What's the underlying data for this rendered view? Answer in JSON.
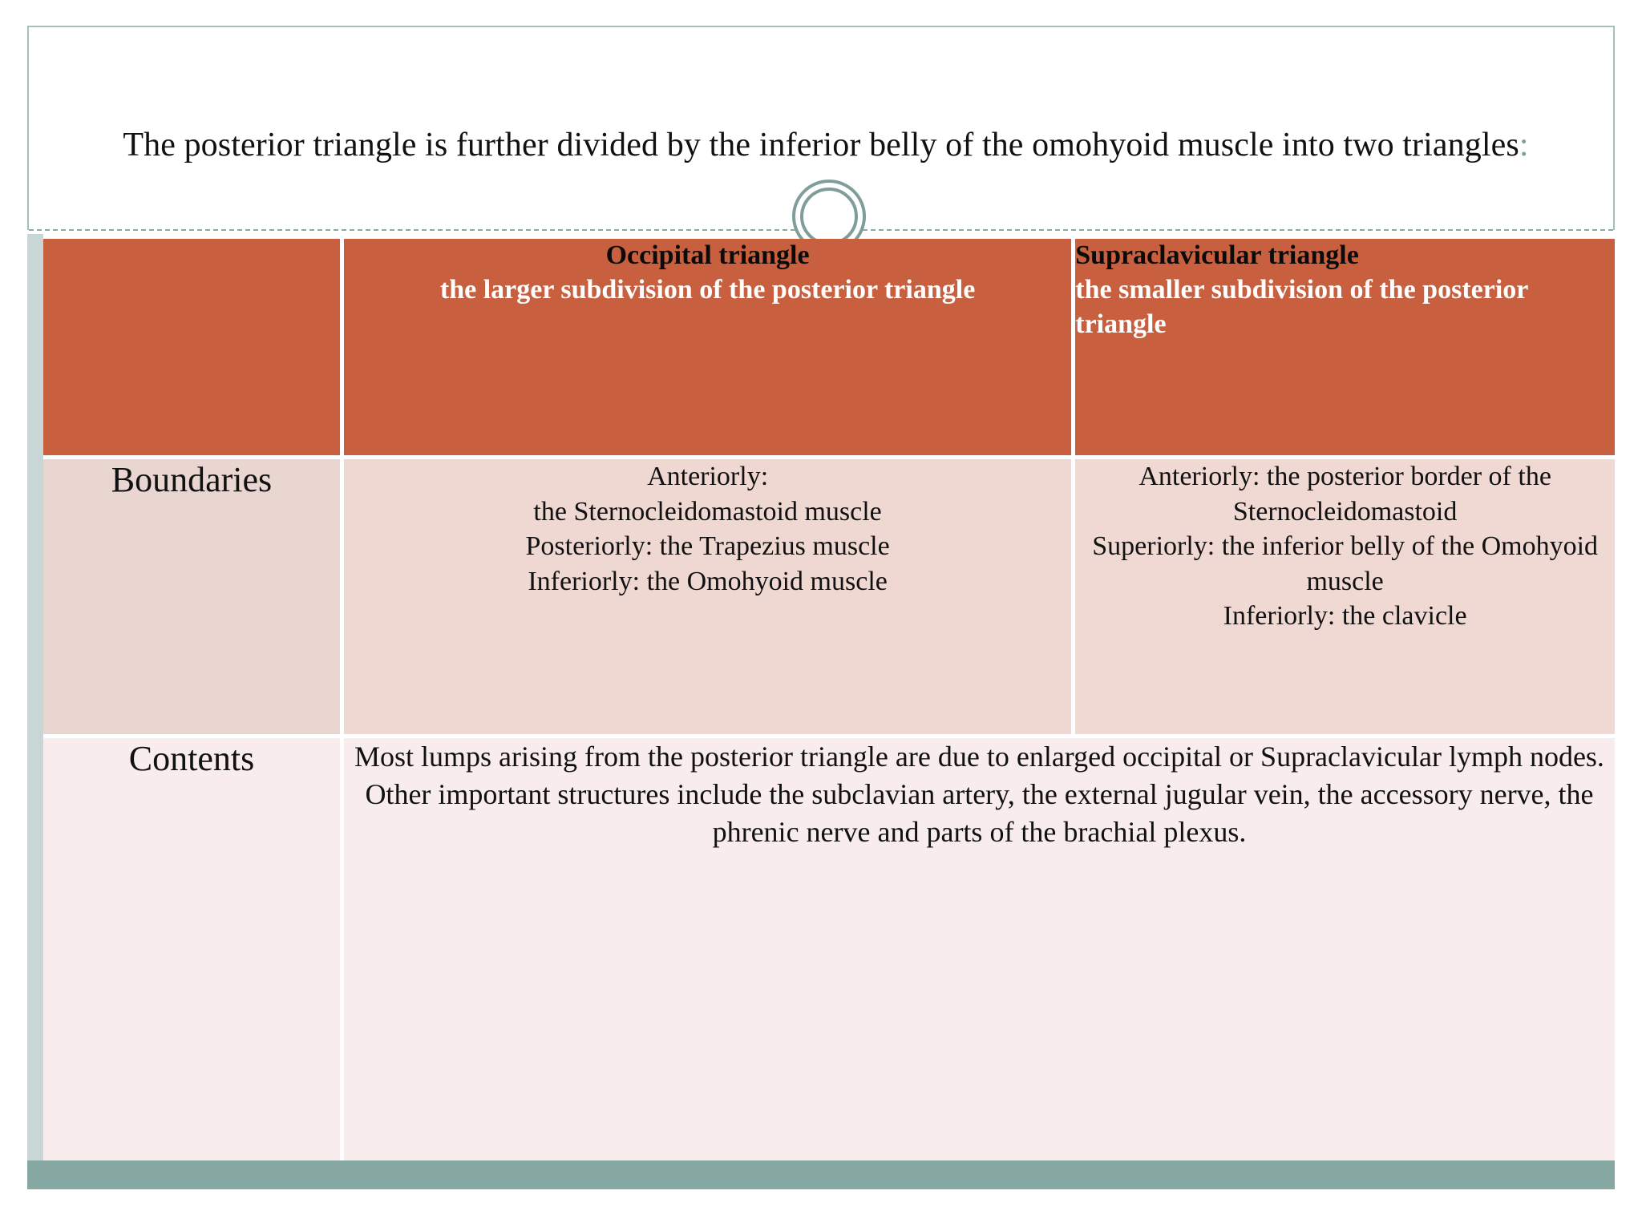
{
  "slide": {
    "title": {
      "text": "The posterior triangle is further divided by the inferior belly of the omohyoid muscle into two triangles",
      "trailing_colon": ":"
    },
    "colors": {
      "header_fill": "#c8603f",
      "boundaries_fill": "#efd8d2",
      "contents_fill": "#f8eced",
      "accent_teal": "#86a8a2",
      "outline_sage": "#a8c0bd",
      "left_strip": "#c8d6d6"
    },
    "decoration": {
      "ring_icon": "double-ring-circle"
    }
  },
  "table": {
    "columns": [
      {
        "key": "label",
        "header": ""
      },
      {
        "key": "occipital",
        "header_title": "Occipital triangle",
        "header_subtitle": "the larger subdivision of the posterior triangle"
      },
      {
        "key": "supraclavicular",
        "header_title": "Supraclavicular triangle",
        "header_subtitle": "the smaller subdivision of the posterior triangle"
      }
    ],
    "rows": [
      {
        "label": "Boundaries",
        "occipital": [
          "Anteriorly:",
          "the Sternocleidomastoid muscle",
          "Posteriorly: the Trapezius muscle",
          "Inferiorly: the Omohyoid muscle"
        ],
        "supraclavicular": [
          "Anteriorly: the posterior border of the Sternocleidomastoid",
          "Superiorly: the inferior belly of the Omohyoid muscle",
          "Inferiorly: the clavicle"
        ]
      },
      {
        "label": "Contents",
        "merged": true,
        "content": [
          "Most lumps arising from the posterior triangle are due to enlarged occipital or Supraclavicular lymph nodes.",
          "Other important structures include the subclavian artery, the external jugular vein, the accessory nerve, the phrenic nerve and parts of the brachial plexus."
        ]
      }
    ]
  }
}
